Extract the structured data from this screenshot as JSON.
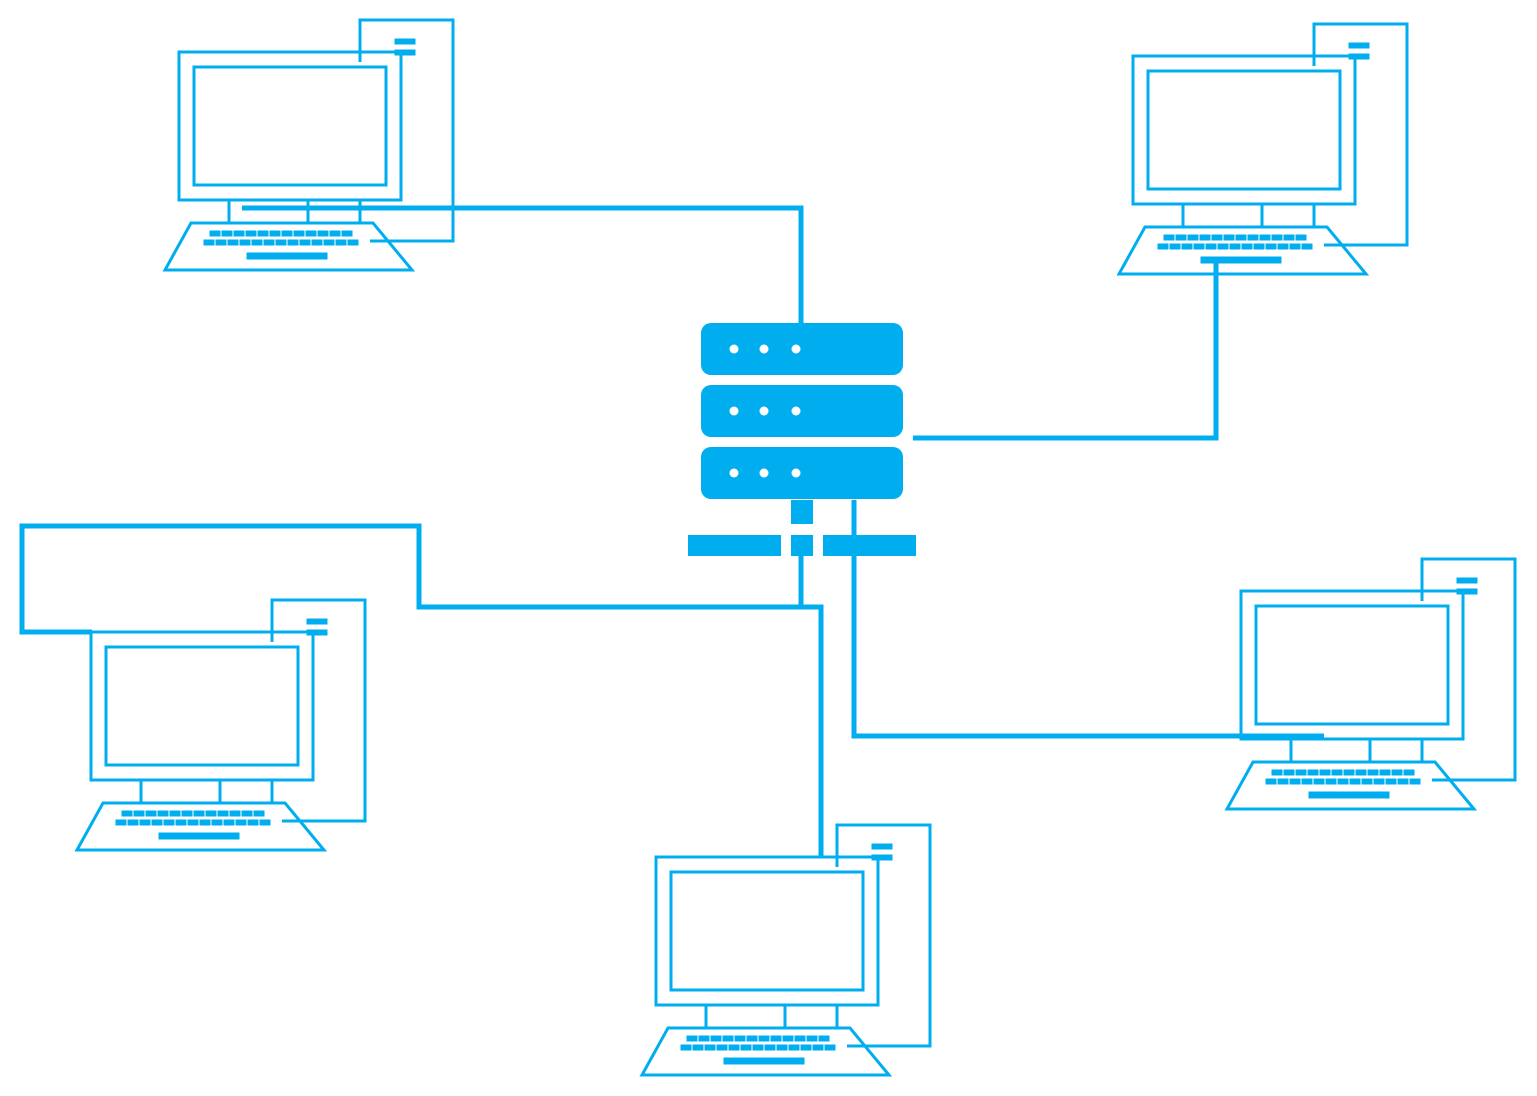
{
  "colors": {
    "accent": "#00AEEF",
    "background": "#FFFFFF"
  },
  "diagram": {
    "type": "network-topology",
    "center_node": {
      "kind": "server",
      "icon": "server-rack-icon",
      "units": 3
    },
    "nodes": [
      {
        "id": "pc-top-left",
        "kind": "desktop-computer",
        "icon": "desktop-computer-icon"
      },
      {
        "id": "pc-top-right",
        "kind": "desktop-computer",
        "icon": "desktop-computer-icon"
      },
      {
        "id": "pc-mid-left",
        "kind": "desktop-computer",
        "icon": "desktop-computer-icon"
      },
      {
        "id": "pc-mid-right",
        "kind": "desktop-computer",
        "icon": "desktop-computer-icon"
      },
      {
        "id": "pc-bottom",
        "kind": "desktop-computer",
        "icon": "desktop-computer-icon"
      }
    ],
    "links": [
      {
        "from": "server",
        "to": "pc-top-left"
      },
      {
        "from": "server",
        "to": "pc-top-right"
      },
      {
        "from": "server",
        "to": "pc-mid-left"
      },
      {
        "from": "server",
        "to": "pc-mid-right"
      },
      {
        "from": "server",
        "to": "pc-bottom"
      }
    ]
  }
}
